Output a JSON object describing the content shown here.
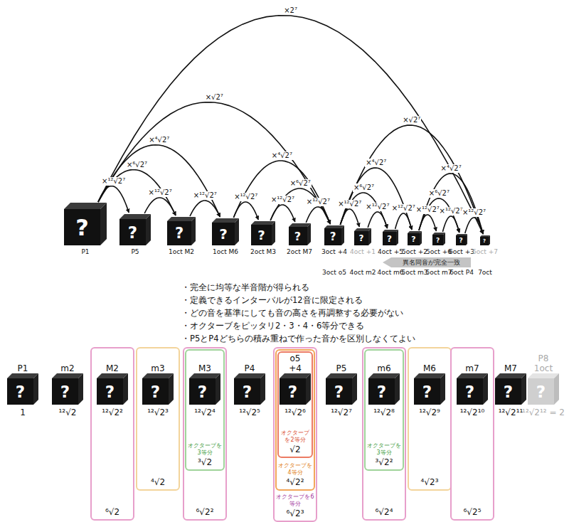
{
  "diagram": {
    "nodes": [
      {
        "text": [
          "?",
          "P1"
        ]
      },
      {
        "text": [
          "?",
          "P5"
        ]
      },
      {
        "text": [
          "?",
          "1oct M2"
        ]
      },
      {
        "text": [
          "?",
          "1oct M6"
        ]
      },
      {
        "text": [
          "?",
          "2oct M3"
        ]
      },
      {
        "text": [
          "?",
          "2oct M7"
        ]
      },
      {
        "text": [
          "?",
          "3oct +4",
          "3oct o5"
        ]
      },
      {
        "text": [
          "?",
          "4oct +1",
          "4oct m2"
        ]
      },
      {
        "text": [
          "?",
          "4oct +5",
          "4oct m6"
        ]
      },
      {
        "text": [
          "?",
          "5oct +2",
          "5oct m3"
        ]
      },
      {
        "text": [
          "?",
          "5oct +6",
          "5oct m7"
        ]
      },
      {
        "text": [
          "?",
          "6oct +3",
          "6oct P4"
        ]
      },
      {
        "text": [
          "?",
          "6oct +7",
          "7oct"
        ]
      },
      {
        "text": [
          "異名同音が完全一致"
        ]
      },
      {
        "text": [
          "P1",
          "?",
          "1"
        ]
      },
      {
        "text": [
          "m2",
          "?",
          "¹²√2"
        ]
      },
      {
        "text": [
          "⁶√2"
        ]
      },
      {
        "text": [
          "M2",
          "?",
          "¹²√2²"
        ],
        "in": 16
      },
      {
        "text": [
          "⁴√2"
        ]
      },
      {
        "text": [
          "m3",
          "?",
          "¹²√2³"
        ],
        "in": 18
      },
      {
        "text": [
          "⁶√2²"
        ]
      },
      {
        "text": [
          "オクターブを3等分",
          "³√2"
        ],
        "in": 20
      },
      {
        "text": [
          "M3",
          "?",
          "¹²√2⁴"
        ],
        "in": 21
      },
      {
        "text": [
          "P4",
          "?",
          "¹²√2⁵"
        ]
      },
      {
        "text": [
          "オクターブを6等分",
          "⁶√2³"
        ]
      },
      {
        "text": [
          "オクターブを4等分",
          "⁴√2²"
        ],
        "in": 24
      },
      {
        "text": [
          "オクターブを2等分",
          "√2"
        ],
        "in": 25
      },
      {
        "text": [
          "o5",
          "+4",
          "?",
          "¹²√2⁶"
        ],
        "in": 26
      },
      {
        "text": [
          "P5",
          "?",
          "¹²√2⁷"
        ]
      },
      {
        "text": [
          "⁶√2⁴"
        ]
      },
      {
        "text": [
          "オクターブを3等分",
          "³√2²"
        ],
        "in": 29
      },
      {
        "text": [
          "m6",
          "?",
          "¹²√2⁸"
        ],
        "in": 30
      },
      {
        "text": [
          "⁴√2³"
        ]
      },
      {
        "text": [
          "M6",
          "?",
          "¹²√2⁹"
        ],
        "in": 32
      },
      {
        "text": [
          "⁶√2⁵"
        ]
      },
      {
        "text": [
          "m7",
          "?",
          "¹²√2¹⁰"
        ],
        "in": 34
      },
      {
        "text": [
          "M7",
          "?",
          "¹²√2¹¹"
        ]
      },
      {
        "text": [
          "P8",
          "1oct",
          "?",
          "¹²√2¹² = 2"
        ]
      }
    ],
    "edges": [
      {
        "from": 0,
        "to": 1,
        "arrow": "to",
        "label": "×¹²√2⁷"
      },
      {
        "from": 1,
        "to": 2,
        "arrow": "to",
        "label": "×¹²√2⁷"
      },
      {
        "from": 2,
        "to": 3,
        "arrow": "to",
        "label": "×¹²√2⁷"
      },
      {
        "from": 3,
        "to": 4,
        "arrow": "to",
        "label": "×¹²√2⁷"
      },
      {
        "from": 4,
        "to": 5,
        "arrow": "to",
        "label": "×¹²√2⁷"
      },
      {
        "from": 5,
        "to": 6,
        "arrow": "to",
        "label": "×¹²√2⁷"
      },
      {
        "from": 6,
        "to": 7,
        "arrow": "to",
        "label": "×¹²√2⁷"
      },
      {
        "from": 7,
        "to": 8,
        "arrow": "to",
        "label": "×¹²√2⁷"
      },
      {
        "from": 8,
        "to": 9,
        "arrow": "to",
        "label": "×¹²√2⁷"
      },
      {
        "from": 9,
        "to": 10,
        "arrow": "to",
        "label": "×¹²√2⁷"
      },
      {
        "from": 10,
        "to": 11,
        "arrow": "to",
        "label": "×¹²√2⁷"
      },
      {
        "from": 11,
        "to": 12,
        "arrow": "to",
        "label": "×¹²√2⁷"
      },
      {
        "from": 0,
        "to": 2,
        "arrow": "to",
        "label": "×⁶√2⁷"
      },
      {
        "from": 4,
        "to": 6,
        "arrow": "to",
        "label": "×⁶√2⁷"
      },
      {
        "from": 6,
        "to": 8,
        "arrow": "to",
        "label": "×⁶√2⁷"
      },
      {
        "from": 9,
        "to": 11,
        "arrow": "to",
        "label": "×⁶√2⁷"
      },
      {
        "from": 0,
        "to": 3,
        "arrow": "to",
        "label": "×⁴√2⁷"
      },
      {
        "from": 3,
        "to": 6,
        "arrow": "to",
        "label": "×⁴√2⁷"
      },
      {
        "from": 6,
        "to": 9,
        "arrow": "to",
        "label": "×⁴√2⁷"
      },
      {
        "from": 9,
        "to": 12,
        "arrow": "to",
        "label": "×⁴√2⁷"
      },
      {
        "from": 0,
        "to": 6,
        "arrow": "to",
        "label": "×√2⁷"
      },
      {
        "from": 6,
        "to": 12,
        "arrow": "to",
        "label": "×√2⁷"
      },
      {
        "from": 0,
        "to": 12,
        "arrow": "to",
        "label": "×2⁷"
      }
    ],
    "labels": [
      "・完全に均等な半音階が得られる",
      "・定義できるインターバルが12音に限定される",
      "・どの音を基準にしても音の高さを再調整する必要がない",
      "・オクターブをピッタリ2・3・4・6等分できる",
      "・P5とP4どちらの積み重ねで作った音かを区別しなくてよい"
    ]
  }
}
